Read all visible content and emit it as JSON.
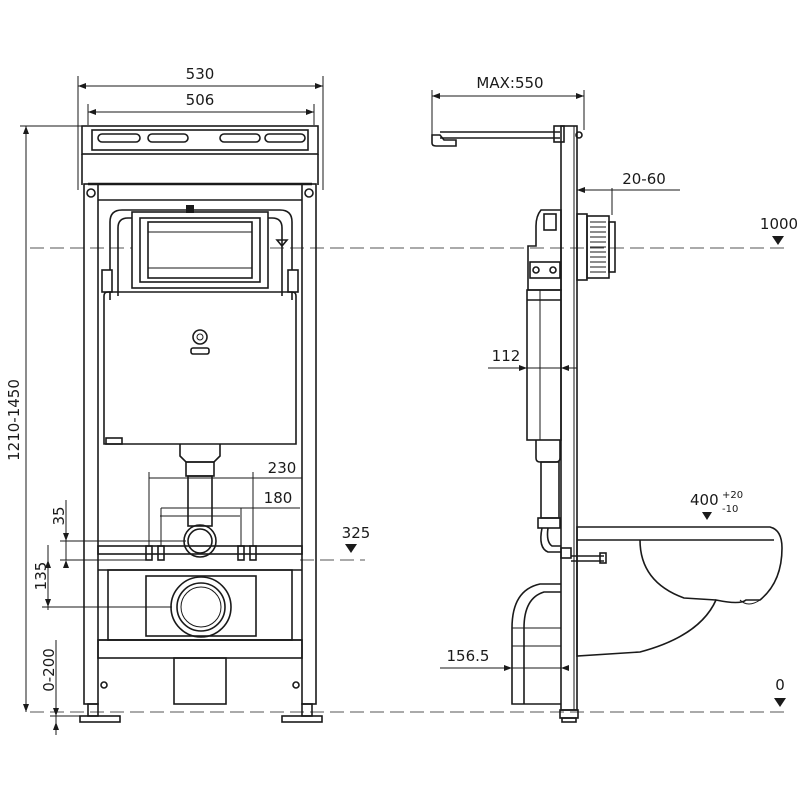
{
  "dimensions": {
    "front_outer_width": "530",
    "front_inner_width": "506",
    "total_height_range": "1210-1450",
    "pipe_spacing_outer": "230",
    "pipe_spacing_inner": "180",
    "pipe_offset_top": "35",
    "pipe_offset_lower": "135",
    "floor_adjust": "0-200",
    "inlet_height": "325",
    "side_max_depth": "MAX:550",
    "wall_thickness": "20-60",
    "flush_height": "1000",
    "tank_depth": "112",
    "outlet_offset": "156.5",
    "bowl_height": "400",
    "bowl_height_tol_upper": "+20",
    "bowl_height_tol_lower": "-10",
    "floor_level": "0"
  }
}
